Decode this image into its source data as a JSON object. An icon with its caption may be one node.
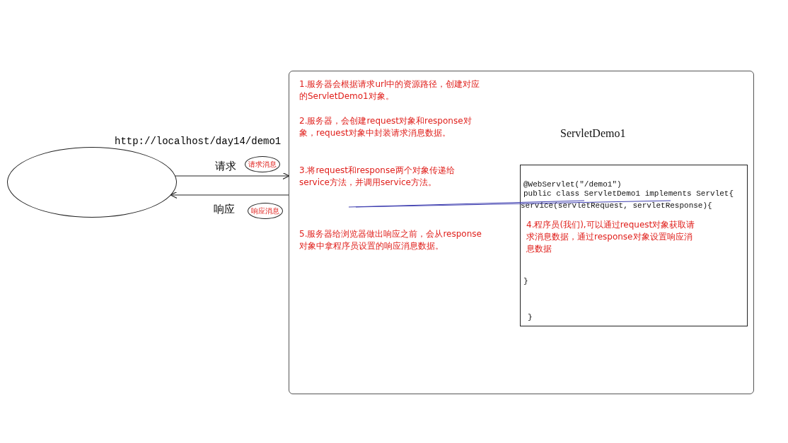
{
  "diagram": {
    "nodes": [
      {
        "text": [],
        "shape": "circle"
      },
      {
        "text": [
          "请求消息"
        ]
      },
      {
        "text": [
          "响应消息"
        ]
      },
      {
        "text": [
          "1.服务器会根据请求url中的资源路径，创建对应的ServletDemo1对象。",
          "2.服务器，会创建request对象和response对象，request对象中封装请求消息数据。",
          "5.服务器给浏览器做出响应之前，会从response对象中拿程序员设置的响应消息数据。"
        ]
      },
      {
        "text": [
          "3.将request和response两个对象传递给service方法，并调用service方法。"
        ],
        "in": 3
      },
      {
        "text": [
          "ServletDemo1",
          "@WebServlet(\"/demo1\")",
          "public class ServletDemo1 implements Servlet{",
          "4.程序员(我们),可以通过request对象获取请求消息数据，通过response对象设置响应消息数据",
          "}",
          "}"
        ],
        "in": 3
      },
      {
        "text": [
          "service(servletRequest, servletResponse){"
        ],
        "in": 5
      }
    ],
    "edges": [
      {
        "from": 0,
        "to": 3,
        "arrow": "to",
        "label": "请求"
      },
      {
        "from": 3,
        "to": 0,
        "arrow": "to",
        "label": "响应"
      },
      {
        "from": 4,
        "to": 6,
        "arrow": "none",
        "color": "#3f3fb0"
      },
      {
        "from": 4,
        "to": 6,
        "arrow": "none",
        "color": "#3f3fb0"
      }
    ],
    "labels": [
      "http://localhost/day14/demo1"
    ]
  }
}
